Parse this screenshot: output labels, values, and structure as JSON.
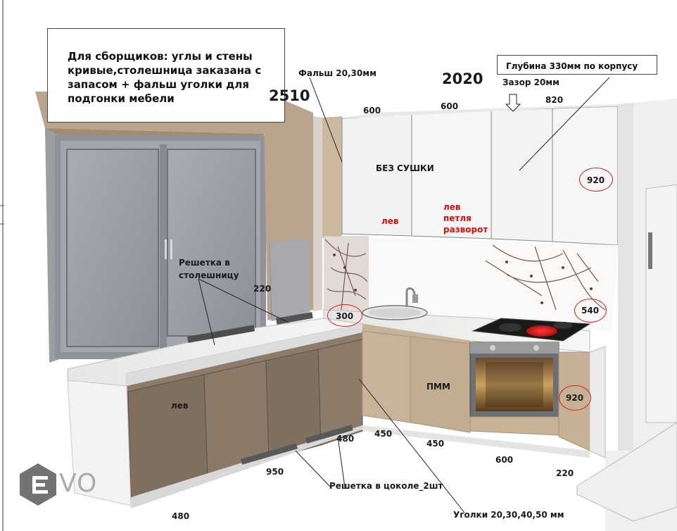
{
  "notes": {
    "assembly": "Для сборщиков: углы и стены кривые,столешница заказана с запасом + фальш уголки для подгонки мебели",
    "depth": "Глубина 330мм по корпусу"
  },
  "labels": {
    "falsh": "Фальш 20,30мм",
    "gap": "Зазор 20мм",
    "no_dryer": "БЕЗ СУШКИ",
    "grille_top": "Решетка в столешницу",
    "grille_plinth": "Решетка в цоколе_2шт",
    "corners": "Уголки 20,30,40,50 мм",
    "dishwasher": "ПММ",
    "left_1": "лев",
    "left_2": "лев",
    "left_3": "лев",
    "loop": "петля",
    "turn": "разворот"
  },
  "dimensions": {
    "d2510": "2510",
    "d2020": "2020",
    "d600a": "600",
    "d600b": "600",
    "d820": "820",
    "d920a": "920",
    "d920b": "920",
    "d540": "540",
    "d300": "300",
    "d220a": "220",
    "d220b": "220",
    "d480a": "480",
    "d480b": "480",
    "d450a": "450",
    "d450b": "450",
    "d950": "950",
    "d600c": "600"
  },
  "logo": {
    "text": "VO"
  },
  "colors": {
    "beige": "#c9b396",
    "brown": "#8c7c69",
    "white": "#f3f3f3",
    "annotation_red": "#e01010"
  }
}
